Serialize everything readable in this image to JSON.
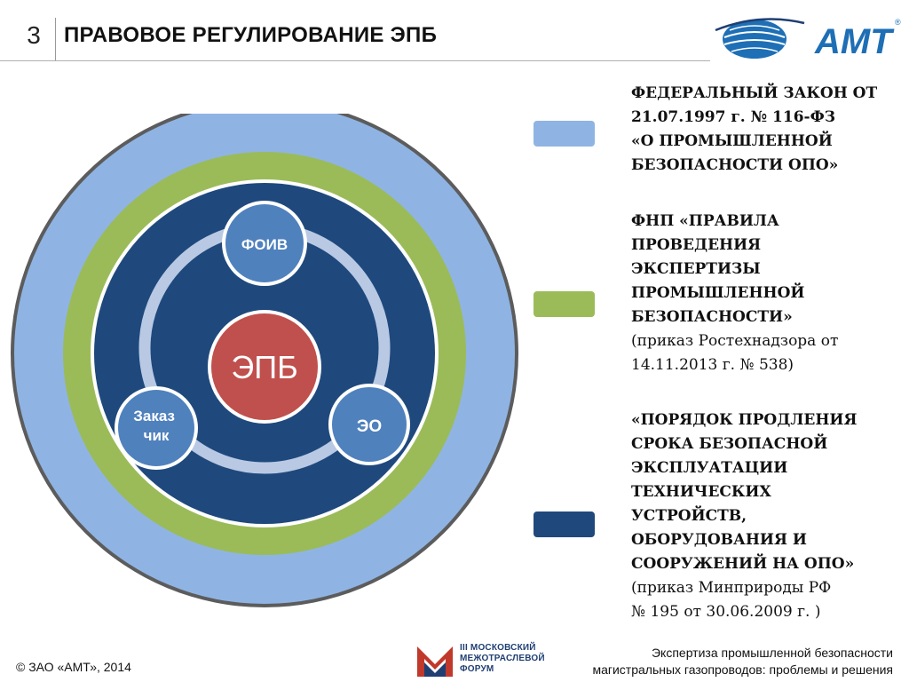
{
  "header": {
    "slide_number": "3",
    "title": "ПРАВОВОЕ РЕГУЛИРОВАНИЕ ЭПБ",
    "logo_text": "АМТ",
    "logo_registered": "®"
  },
  "diagram": {
    "center_label": "ЭПБ",
    "nodes": [
      {
        "label": "ФОИВ"
      },
      {
        "label": "Заказ\nчик"
      },
      {
        "label": "ЭО"
      }
    ],
    "colors": {
      "outer_ring": "#8fb4e3",
      "middle_ring": "#9bbb59",
      "inner_disc": "#1f497d",
      "orbit": "#b9c9e4",
      "node": "#4f81bd",
      "center": "#c0504d"
    }
  },
  "legend": [
    {
      "color": "#8fb4e3",
      "bold_text": "ФЕДЕРАЛЬНЫЙ ЗАКОН ОТ\n21.07.1997 г. № 116-ФЗ\n«О ПРОМЫШЛЕННОЙ\nБЕЗОПАСНОСТИ ОПО»",
      "normal_text": ""
    },
    {
      "color": "#9bbb59",
      "bold_text": "ФНП «ПРАВИЛА\nПРОВЕДЕНИЯ\nЭКСПЕРТИЗЫ\nПРОМЫШЛЕННОЙ\nБЕЗОПАСНОСТИ»",
      "normal_text": "(приказ Ростехнадзора от\n14.11.2013 г. № 538)"
    },
    {
      "color": "#1f497d",
      "bold_text": "«ПОРЯДОК ПРОДЛЕНИЯ\nСРОКА БЕЗОПАСНОЙ\nЭКСПЛУАТАЦИИ\nТЕХНИЧЕСКИХ\nУСТРОЙСТВ,\nОБОРУДОВАНИЯ И\nСООРУЖЕНИЙ НА ОПО»",
      "normal_text": "(приказ Минприроды РФ\n№ 195 от 30.06.2009 г. )"
    }
  ],
  "footer": {
    "copyright": "© ЗАО «АМТ», 2014",
    "forum_name": "III МОСКОВСКИЙ\nМЕЖОТРАСЛЕВОЙ\nФОРУМ",
    "forum_logo_letter": "М",
    "subtitle": "Экспертиза промышленной безопасности\nмагистральных газопроводов: проблемы и решения"
  }
}
